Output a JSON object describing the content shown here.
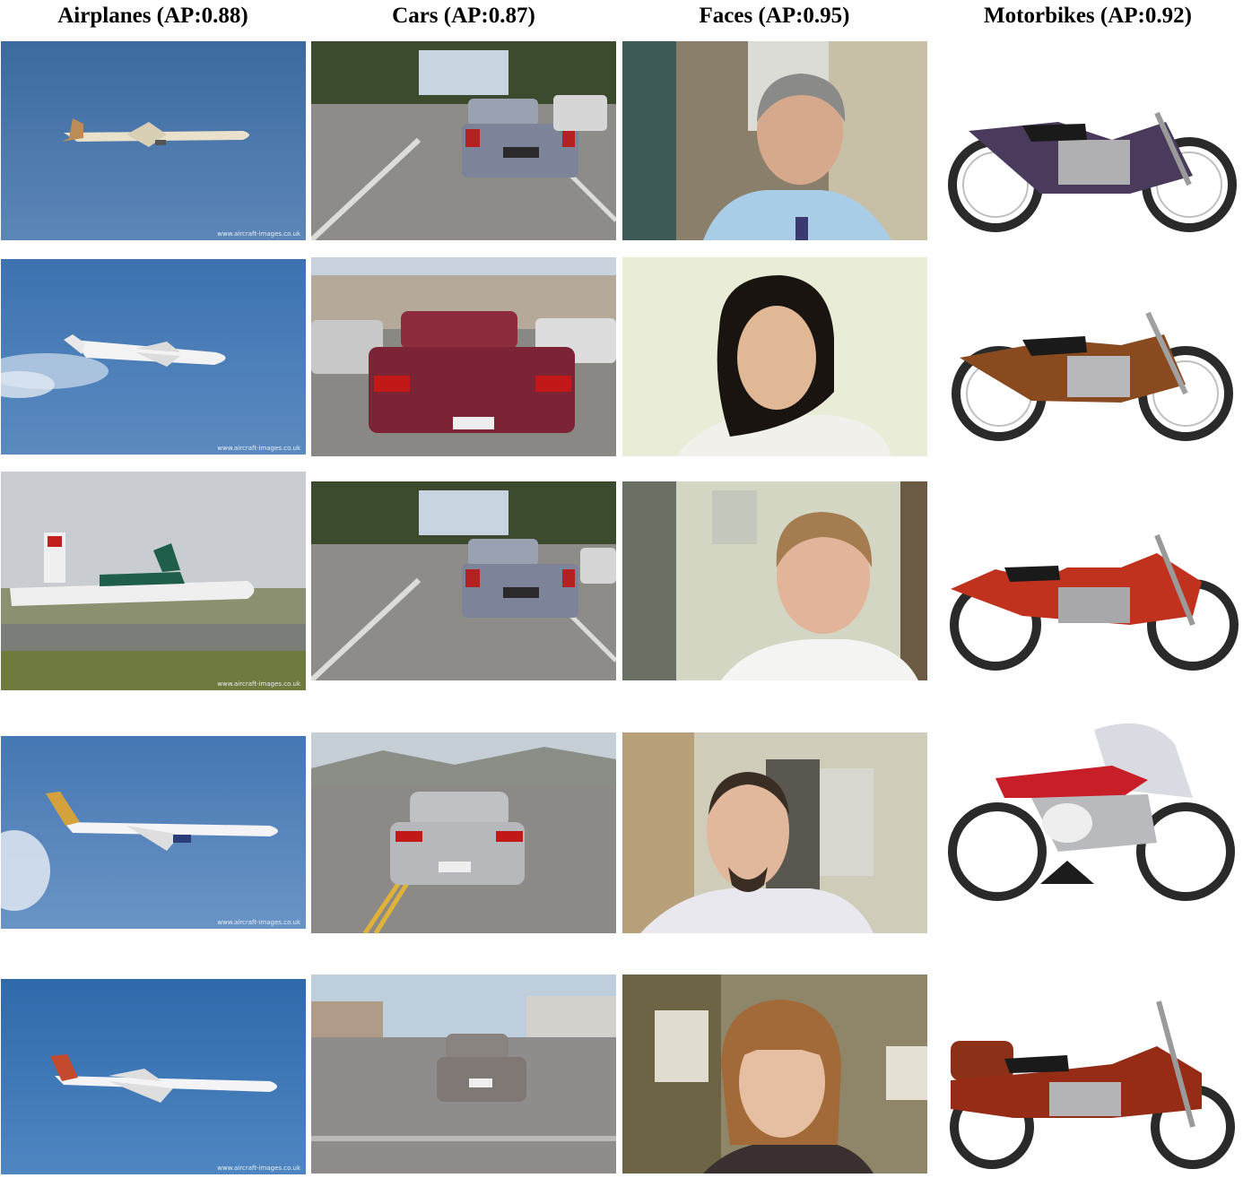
{
  "columns": [
    {
      "header": "Airplanes (AP:0.88)",
      "class": "airplanes"
    },
    {
      "header": "Cars (AP:0.87)",
      "class": "cars"
    },
    {
      "header": "Faces (AP:0.95)",
      "class": "faces"
    },
    {
      "header": "Motorbikes (AP:0.92)",
      "class": "motorbikes"
    }
  ],
  "watermark": "www.aircraft-images.co.uk",
  "colors": {
    "sky": "#3d6fa8",
    "road": "#8c8a88",
    "face_bg": "#e8ecd8",
    "motorbike_bg": "#ffffff"
  }
}
